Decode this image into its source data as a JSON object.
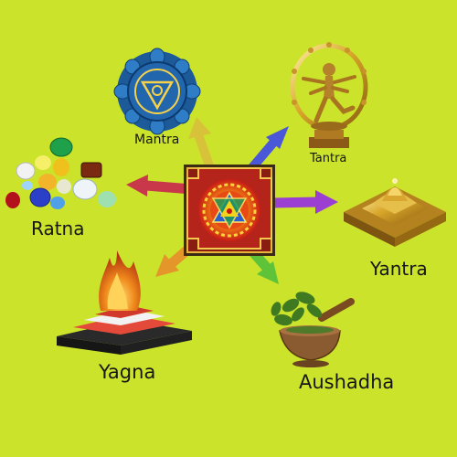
{
  "center": {
    "name": "Yantra mandala"
  },
  "nodes": [
    {
      "id": "mantra",
      "label": "Mantra",
      "icon": "throat-chakra-icon"
    },
    {
      "id": "tantra",
      "label": "Tantra",
      "icon": "nataraja-statue-icon"
    },
    {
      "id": "ratna",
      "label": "Ratna",
      "icon": "gemstones-icon"
    },
    {
      "id": "yantra",
      "label": "Yantra",
      "icon": "golden-meru-yantra-icon"
    },
    {
      "id": "yagna",
      "label": "Yagna",
      "icon": "fire-altar-icon"
    },
    {
      "id": "aushadha",
      "label": "Aushadha",
      "icon": "herbs-mortar-icon"
    }
  ],
  "colors": {
    "background": "#cbe42b",
    "arrow_mantra": "#d8c23a",
    "arrow_tantra": "#4a57d8",
    "arrow_ratna": "#c8384a",
    "arrow_yantra": "#9b3fd2",
    "arrow_yagna": "#e4962a",
    "arrow_aushadha": "#5fc33a"
  }
}
